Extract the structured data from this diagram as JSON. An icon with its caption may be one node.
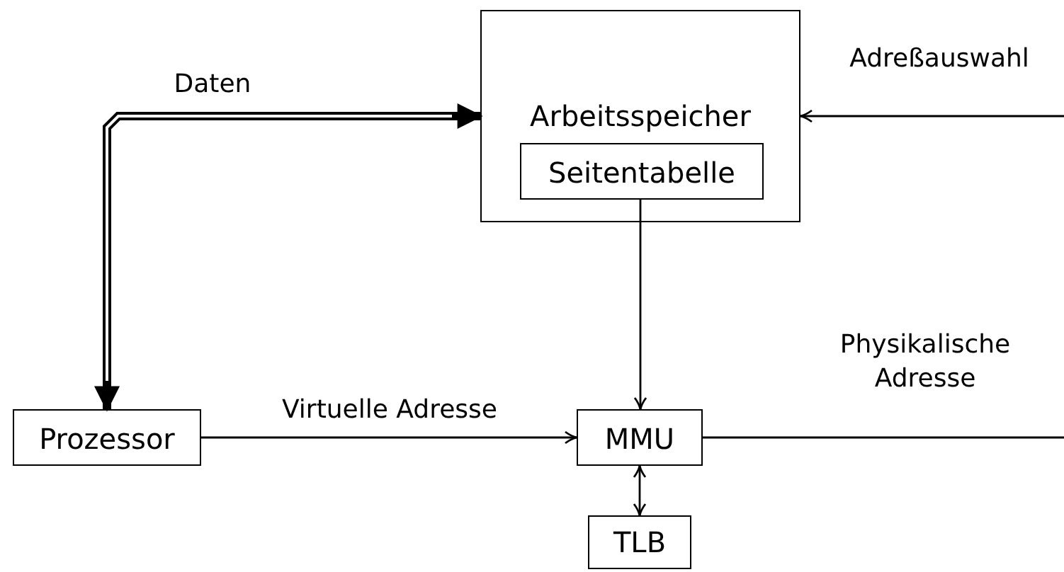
{
  "diagram": {
    "nodes": [
      {
        "text": [
          "Arbeitsspeicher"
        ]
      },
      {
        "text": [
          "Seitentabelle"
        ],
        "in": 0
      },
      {
        "text": [
          "Prozessor"
        ]
      },
      {
        "text": [
          "MMU"
        ]
      },
      {
        "text": [
          "TLB"
        ]
      }
    ],
    "edges": [
      {
        "from": 2,
        "to": 0,
        "arrow": "both",
        "style": "thick",
        "label": "Daten"
      },
      {
        "from": 1,
        "to": 3,
        "arrow": "to"
      },
      {
        "from": 2,
        "to": 3,
        "arrow": "to",
        "label": "Virtuelle Adresse"
      },
      {
        "from": 3,
        "to": 4,
        "arrow": "both"
      },
      {
        "from": 3,
        "to": null,
        "arrow": "none",
        "label": "Physikalische Adresse"
      },
      {
        "from": null,
        "to": 0,
        "arrow": "to",
        "label": "Adreßauswahl"
      }
    ]
  }
}
